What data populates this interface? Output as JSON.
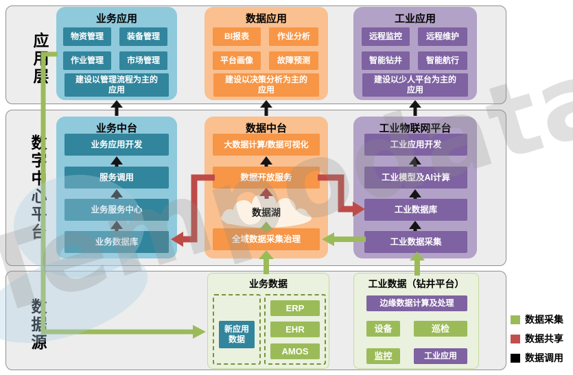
{
  "watermark": "Tempodata",
  "layers": {
    "application": "应用层",
    "digital_center": "数字中心平台",
    "data_source": "数据源"
  },
  "app_layer": {
    "business": {
      "title": "业务应用",
      "items": [
        "物资管理",
        "装备管理",
        "作业管理",
        "市场管理"
      ],
      "tagline": "建设以管理流程为主的应用"
    },
    "data": {
      "title": "数据应用",
      "items": [
        "BI报表",
        "作业分析",
        "平台画像",
        "故障预测"
      ],
      "tagline": "建设以决策分析为主的应用"
    },
    "industrial": {
      "title": "工业应用",
      "items": [
        "远程监控",
        "远程维护",
        "智能钻井",
        "智能航行"
      ],
      "tagline": "建设以少人平台为主的应用"
    }
  },
  "center_layer": {
    "business": {
      "title": "业务中台",
      "stack": [
        "业务应用开发",
        "服务调用",
        "业务服务中心",
        "业务数据库"
      ]
    },
    "data": {
      "title": "数据中台",
      "compute": "大数据计算/数据可视化",
      "open_service": "数据开放服务",
      "lake": "数据湖",
      "governance": "全域数据采集治理"
    },
    "industrial": {
      "title": "工业物联网平台",
      "stack": [
        "工业应用开发",
        "工业模型及AI计算",
        "工业数据库",
        "工业数据采集"
      ]
    }
  },
  "source_layer": {
    "business": {
      "title": "业务数据",
      "new_app": "新应用数据",
      "systems": [
        "ERP",
        "EHR",
        "AMOS"
      ]
    },
    "industrial": {
      "title": "工业数据（钻井平台）",
      "edge": "边缘数据计算及处理",
      "devices": "设备",
      "inspection": "巡检",
      "monitoring": "监控",
      "industrial_app": "工业应用"
    }
  },
  "legend": {
    "items": [
      {
        "label": "数据采集",
        "color": "#9BBB59"
      },
      {
        "label": "数据共享",
        "color": "#C0504D"
      },
      {
        "label": "数据调用",
        "color": "#000000"
      }
    ]
  },
  "colors": {
    "teal": "#31859C",
    "light_blue": "#92CDDC",
    "orange": "#F79646",
    "light_orange": "#FAC090",
    "purple": "#8064A2",
    "light_purple": "#B3A2C7",
    "green": "#9BBB59",
    "light_green": "#EBF1DE",
    "red": "#C0504D",
    "dark_red": "#A8423E",
    "black": "#000000"
  }
}
